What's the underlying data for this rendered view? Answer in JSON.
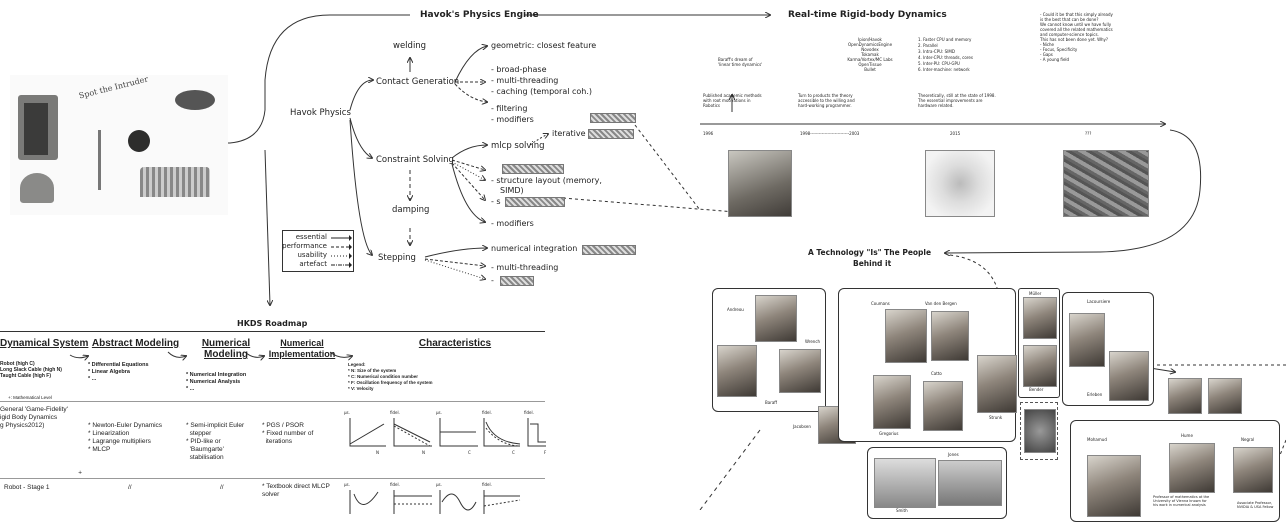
{
  "header": {
    "havok_engine": "Havok's Physics Engine",
    "realtime": "Real-time Rigid-body Dynamics"
  },
  "intruder": {
    "label": "Spot the Intruder"
  },
  "mindmap": {
    "root": "Havok Physics",
    "contact": "Contact Generation",
    "welding": "welding",
    "geometric": "geometric: closest feature",
    "contact_items": [
      "- broad-phase",
      "- multi-threading",
      "- caching (temporal coh.)",
      "- filtering",
      "- modifiers"
    ],
    "constraint": "Constraint Solving",
    "mlcp": "mlcp solving",
    "iterative": "iterative",
    "constraint_items": [
      "- structure layout (memory,",
      "SIMD)",
      "- s",
      "- modifiers"
    ],
    "damping": "damping",
    "stepping": "Stepping",
    "numint": "numerical integration",
    "multithreading": "- multi-threading",
    "legend": [
      "essential",
      "performance",
      "usability",
      "artefact"
    ]
  },
  "timeline": {
    "question": [
      "- Could it be that this simply already",
      "is the best that can be done?",
      "We cannot  know until we have fully",
      "covered all the related mathematics",
      "and computer-science topics.",
      "This has not been done yet. Why?",
      "   - Niche",
      "   - Focus, Specificity",
      "   - Gaps",
      "   - A young field"
    ],
    "baraff": [
      "Baraff's dream of",
      "'linear time dynamics'"
    ],
    "published": [
      "Published academic methods",
      "with root motivations in",
      "Robotics"
    ],
    "engines": [
      "Ipion/Havok",
      "OpenDynamicsEngine",
      "Novodex",
      "Tokamak",
      "Karma/Vortex/MC Labs",
      "OpenTissue",
      "Bullet"
    ],
    "turn": [
      "Turn to products the theory",
      "accessible to the willing and",
      "hard-working programmer."
    ],
    "list": [
      "1. Faster CPU and memory",
      "2. Parallel",
      "   3. Intra-CPU: SIMD",
      "   4. Inter-CPU: threads, cores",
      "   5. Inter-PU: CPU-GPU",
      "   6. Inter-machine: network"
    ],
    "theory": [
      "Theoretically, still at the state of 1998.",
      "The essential improvements are",
      "hardware related."
    ],
    "years": [
      "1996",
      "1998---------------------------2003",
      "2015",
      "???"
    ]
  },
  "people": {
    "title": [
      "A Technology \"Is\" The People",
      "Behind it"
    ],
    "names": {
      "andreou": "Andreou",
      "wrench": "Wrench",
      "baraff": "Baraff",
      "jacobsen": "Jacobsen",
      "coumans": "Coumans",
      "vandenbergen": "Van den Bergen",
      "catto": "Catto",
      "gregorius": "Gregorius",
      "strunk": "Strunk",
      "muller": "Müller",
      "bender": "Bender",
      "lacoursiere": "Lacoursiere",
      "erleben": "Erleben",
      "hume": "Hume",
      "nagal": "Negral",
      "mohamud": "Mohamud",
      "jones": "Jones",
      "smith": "Smith"
    },
    "note1": [
      "Professor of mathematics at the",
      "University of Vienna known for",
      "his work in numerical analysis"
    ],
    "note2": [
      "Associate Professor,",
      "NVIDIA & USA Fellow"
    ]
  },
  "roadmap": {
    "title": "HKDS Roadmap",
    "columns": [
      "Dynamical System",
      "Abstract Modeling",
      "Numerical Modeling",
      "Numerical Implementation",
      "Characteristics"
    ],
    "header_cells": {
      "c1": [
        "Robot (high C)",
        "Long Slack Cable (high N)",
        "Taught Cable (high F)"
      ],
      "c1_note": "+: Mathematical Level",
      "c2": [
        "* Differential Equations",
        "* Linear Algebra",
        "* ..."
      ],
      "c3": [
        "* Numerical Integration",
        "* Numerical Analysis",
        "* ..."
      ],
      "c5": [
        "Legend:",
        "* N: Size of the system",
        "* C: Numerical condition number",
        "* F: Oscillation frequency of the system",
        "* V: Velocity"
      ]
    },
    "row1": {
      "c1": [
        "General 'Game-Fidelity'",
        "igid Body Dynamics",
        "g Physics2012)"
      ],
      "c2": [
        "* Newton-Euler Dynamics",
        "* Linearization",
        "* Lagrange multipliers",
        "* MLCP"
      ],
      "c3": [
        "* Semi-implicit Euler",
        "  stepper",
        "* PID-like or",
        "  'Baumgarte'",
        "  stabilisation"
      ],
      "c4": [
        "* PGS / PSOR",
        "* Fixed number of",
        "  iterations"
      ],
      "plus": "+"
    },
    "row2": {
      "c1": "Robot - Stage 1",
      "c2": "//",
      "c3": "//",
      "c4": [
        "* Textbook direct MLCP",
        "solver"
      ]
    },
    "graph_labels": {
      "mu": "μs.",
      "fidel": "fidel.",
      "axes": [
        "N",
        "N",
        "C",
        "C",
        "F"
      ]
    }
  }
}
